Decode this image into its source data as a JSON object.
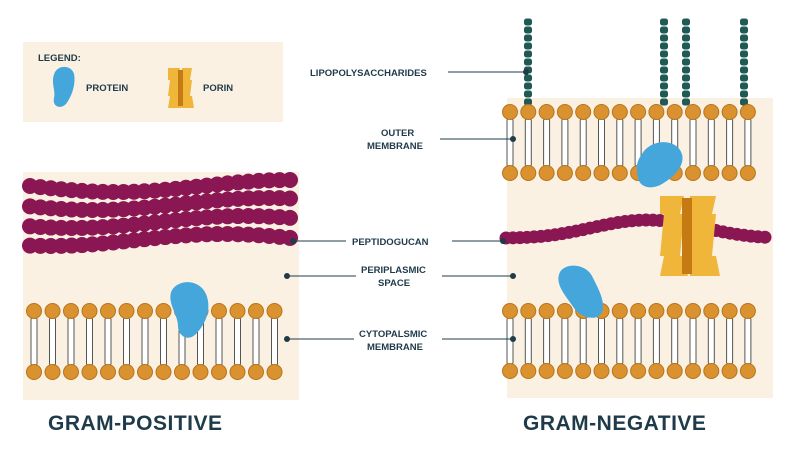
{
  "legend": {
    "title": "LEGEND:",
    "protein_label": "PROTEIN",
    "porin_label": "PORIN"
  },
  "labels": {
    "lipopolysaccharides": "LIPOPOLYSACCHARIDES",
    "outer_membrane_1": "OUTER",
    "outer_membrane_2": "MEMBRANE",
    "peptidoglycan": "PEPTIDOGUCAN",
    "periplasmic_1": "PERIPLASMIC",
    "periplasmic_2": "SPACE",
    "cytoplasmic_1": "CYTOPALSMIC",
    "cytoplasmic_2": "MEMBRANE"
  },
  "titles": {
    "gram_positive": "GRAM-POSITIVE",
    "gram_negative": "GRAM-NEGATIVE"
  },
  "colors": {
    "lipid_head": "#d9922f",
    "lipid_head_stroke": "#b8741a",
    "peptidoglycan": "#8a1753",
    "protein": "#45a6dc",
    "porin": "#f0b63a",
    "lps": "#1f5a55",
    "space_bg": "#fbf1e3",
    "text": "#1f3b4a"
  }
}
